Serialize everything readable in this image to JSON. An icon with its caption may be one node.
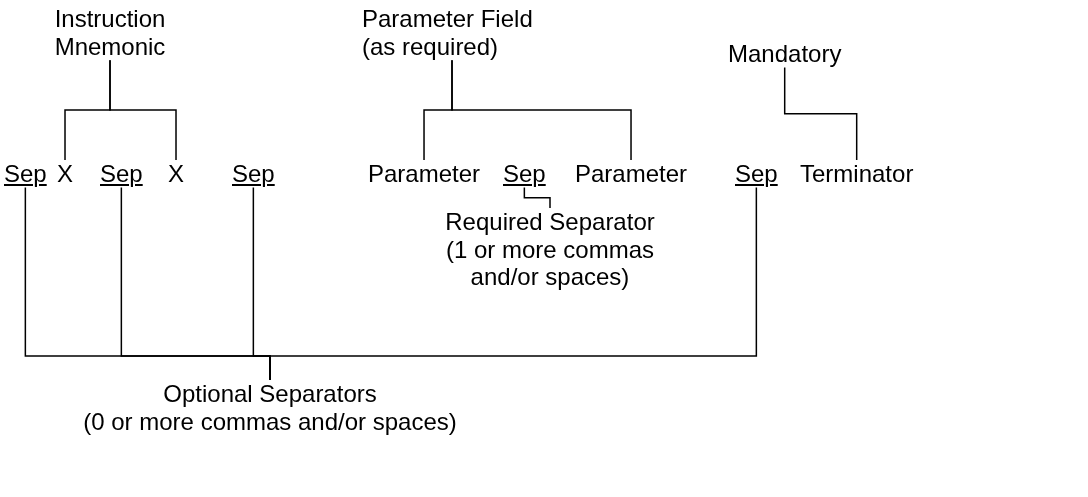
{
  "diagram": {
    "nodes": [
      {
        "text": [
          "Instruction Mnemonic"
        ]
      },
      {
        "text": [
          "Sep"
        ]
      },
      {
        "text": [
          "X"
        ]
      },
      {
        "text": [
          "Sep"
        ]
      },
      {
        "text": [
          "X"
        ]
      },
      {
        "text": [
          "Sep"
        ]
      },
      {
        "text": [
          "Parameter Field (as required)"
        ]
      },
      {
        "text": [
          "Parameter"
        ]
      },
      {
        "text": [
          "Sep"
        ]
      },
      {
        "text": [
          "Parameter"
        ]
      },
      {
        "text": [
          "Sep"
        ]
      },
      {
        "text": [
          "Mandatory"
        ]
      },
      {
        "text": [
          "Terminator"
        ]
      },
      {
        "text": [
          "Required Separator",
          "(1 or more commas and/or spaces)"
        ]
      },
      {
        "text": [
          "Optional Separators",
          "(0 or more commas and/or spaces)"
        ]
      }
    ],
    "edges": [
      {
        "from": 0,
        "to": 2,
        "arrow": "none"
      },
      {
        "from": 0,
        "to": 4,
        "arrow": "none"
      },
      {
        "from": 6,
        "to": 7,
        "arrow": "none"
      },
      {
        "from": 6,
        "to": 9,
        "arrow": "none"
      },
      {
        "from": 11,
        "to": 12,
        "arrow": "none"
      },
      {
        "from": 13,
        "to": 8,
        "arrow": "none"
      },
      {
        "from": 14,
        "to": 1,
        "arrow": "none"
      },
      {
        "from": 14,
        "to": 3,
        "arrow": "none"
      },
      {
        "from": 14,
        "to": 5,
        "arrow": "none"
      },
      {
        "from": 14,
        "to": 10,
        "arrow": "none"
      }
    ]
  }
}
